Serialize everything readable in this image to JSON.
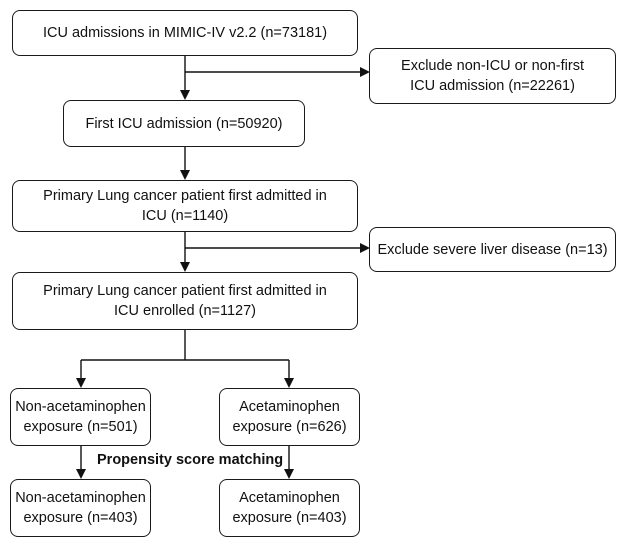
{
  "flow": {
    "box1": "ICU admissions in MIMIC-IV v2.2 (n=73181)",
    "exclude1_line1": "Exclude non-ICU or non-first",
    "exclude1_line2": "ICU admission (n=22261)",
    "box2": "First ICU admission (n=50920)",
    "box3_line1": "Primary Lung cancer patient first admitted in",
    "box3_line2": "ICU (n=1140)",
    "exclude2": "Exclude severe liver disease (n=13)",
    "box4_line1": "Primary Lung cancer patient first admitted in",
    "box4_line2": "ICU enrolled (n=1127)",
    "left1_line1": "Non-acetaminophen",
    "left1_line2": "exposure (n=501)",
    "right1_line1": "Acetaminophen",
    "right1_line2": "exposure (n=626)",
    "psm_label": "Propensity score matching",
    "left2_line1": "Non-acetaminophen",
    "left2_line2": "exposure (n=403)",
    "right2_line1": "Acetaminophen",
    "right2_line2": "exposure (n=403)"
  }
}
